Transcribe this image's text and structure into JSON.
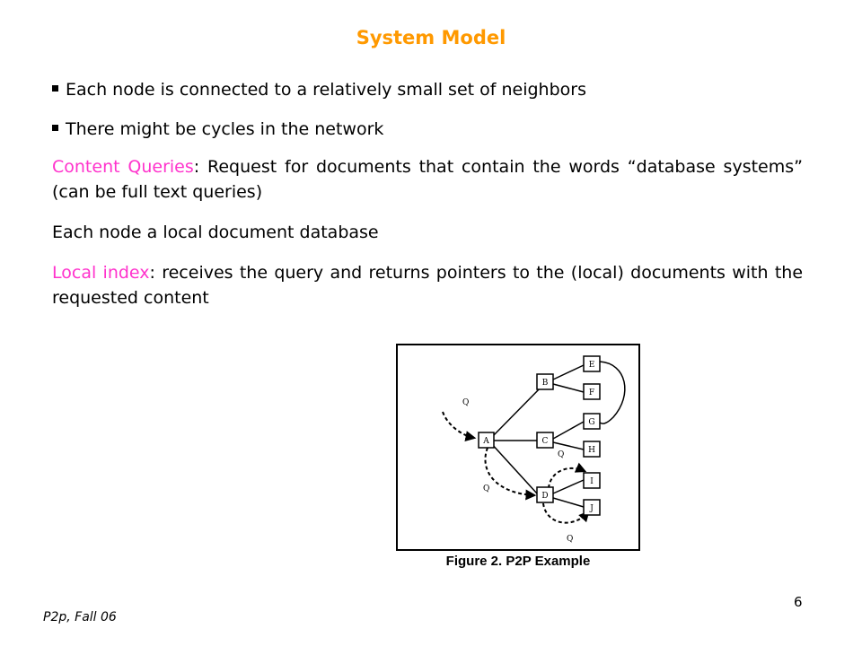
{
  "slide": {
    "title": "System Model",
    "bullets": [
      "Each node is connected to a relatively small set of neighbors",
      "There might be cycles in the network"
    ],
    "content_queries": {
      "term": "Content Queries",
      "text": ": Request for documents that contain the words “database systems” (can be full text queries)"
    },
    "local_db": "Each node a local document database",
    "local_index": {
      "term": "Local index",
      "text": ": receives the query and returns pointers to the (local) documents with the requested content"
    },
    "figure": {
      "nodes": [
        "A",
        "B",
        "C",
        "D",
        "E",
        "F",
        "G",
        "H",
        "I",
        "J"
      ],
      "query_label": "Q",
      "caption": "Figure 2. P2P Example"
    },
    "footer": "P2p, Fall 06",
    "page_number": "6"
  }
}
